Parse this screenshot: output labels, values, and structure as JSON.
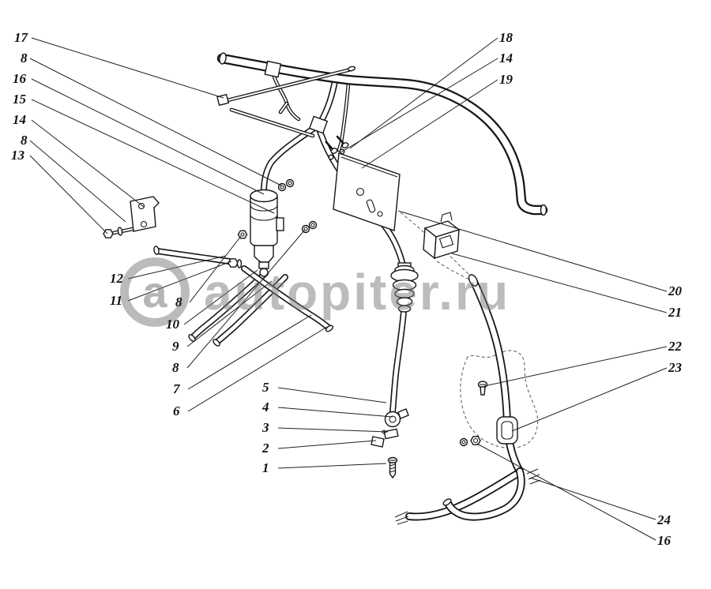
{
  "watermark": {
    "logo_letter": "a",
    "text": "autopiter.ru"
  },
  "callouts": [
    {
      "label": "17"
    },
    {
      "label": "8"
    },
    {
      "label": "16"
    },
    {
      "label": "15"
    },
    {
      "label": "14"
    },
    {
      "label": "8"
    },
    {
      "label": "13"
    },
    {
      "label": "12"
    },
    {
      "label": "11"
    },
    {
      "label": "8"
    },
    {
      "label": "10"
    },
    {
      "label": "9"
    },
    {
      "label": "8"
    },
    {
      "label": "7"
    },
    {
      "label": "6"
    },
    {
      "label": "5"
    },
    {
      "label": "4"
    },
    {
      "label": "3"
    },
    {
      "label": "2"
    },
    {
      "label": "1"
    },
    {
      "label": "18"
    },
    {
      "label": "14"
    },
    {
      "label": "19"
    },
    {
      "label": "20"
    },
    {
      "label": "21"
    },
    {
      "label": "22"
    },
    {
      "label": "23"
    },
    {
      "label": "24"
    },
    {
      "label": "16"
    }
  ],
  "colors": {
    "line": "#161616",
    "leader": "#222222",
    "watermark_gray": "#7a7a7a",
    "background": "#ffffff"
  }
}
